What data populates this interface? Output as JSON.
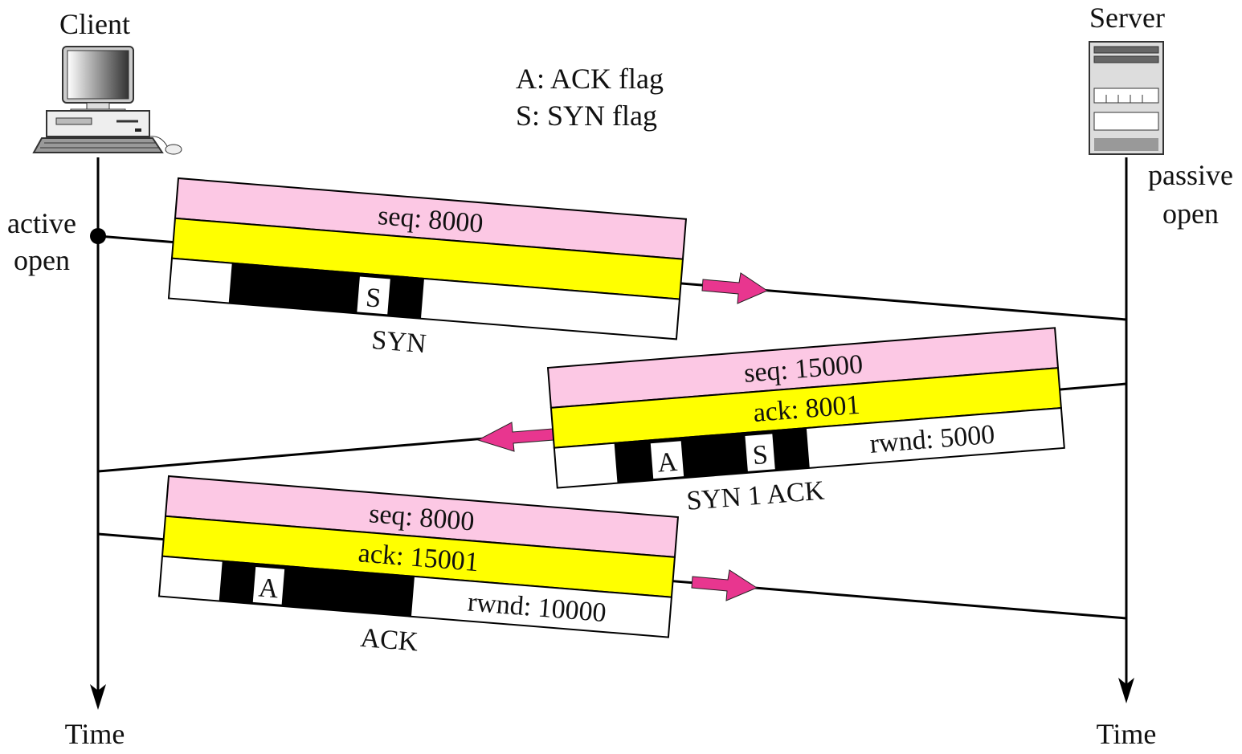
{
  "hosts": {
    "client": "Client",
    "server": "Server"
  },
  "legend": [
    "A: ACK flag",
    "S: SYN flag"
  ],
  "client_event": [
    "active",
    "open"
  ],
  "server_event": [
    "passive",
    "open"
  ],
  "time_label_left": "Time",
  "time_label_right": "Time",
  "colors": {
    "seq_row": "#fcc8e4",
    "ack_row": "#ffff00",
    "arrow": "#e8368f"
  },
  "segments": [
    {
      "name": "SYN",
      "seq": "seq: 8000",
      "ack": "",
      "flags": [
        "S"
      ],
      "rwnd": ""
    },
    {
      "name": "SYN 1 ACK",
      "seq": "seq: 15000",
      "ack": "ack: 8001",
      "flags": [
        "A",
        "S"
      ],
      "rwnd": "rwnd: 5000"
    },
    {
      "name": "ACK",
      "seq": "seq: 8000",
      "ack": "ack: 15001",
      "flags": [
        "A"
      ],
      "rwnd": "rwnd: 10000"
    }
  ]
}
